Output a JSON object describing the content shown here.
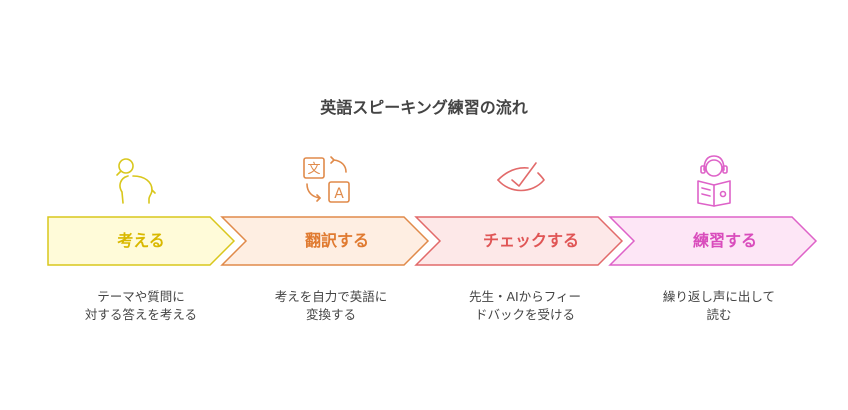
{
  "title": "英語スピーキング練習の流れ",
  "steps": [
    {
      "label": "考える",
      "icon": "head-thinking-icon",
      "color": "#d9c71c",
      "fill": "#fffbd9",
      "text_color": "#d9b800",
      "desc_lines": [
        "テーマや質問に",
        "対する答えを考える"
      ]
    },
    {
      "label": "翻訳する",
      "icon": "translate-icon",
      "color": "#e08a4a",
      "fill": "#feeee2",
      "text_color": "#e07a30",
      "desc_lines": [
        "考えを自力で英語に",
        "変換する"
      ]
    },
    {
      "label": "チェックする",
      "icon": "eye-check-icon",
      "color": "#e26a6a",
      "fill": "#fde8e8",
      "text_color": "#e05555",
      "desc_lines": [
        "先生・AIからフィー",
        "ドバックを受ける"
      ]
    },
    {
      "label": "練習する",
      "icon": "headphones-reading-icon",
      "color": "#de62c8",
      "fill": "#fde6f6",
      "text_color": "#d94cbc",
      "desc_lines": [
        "繰り返し声に出して",
        "読む"
      ]
    }
  ]
}
